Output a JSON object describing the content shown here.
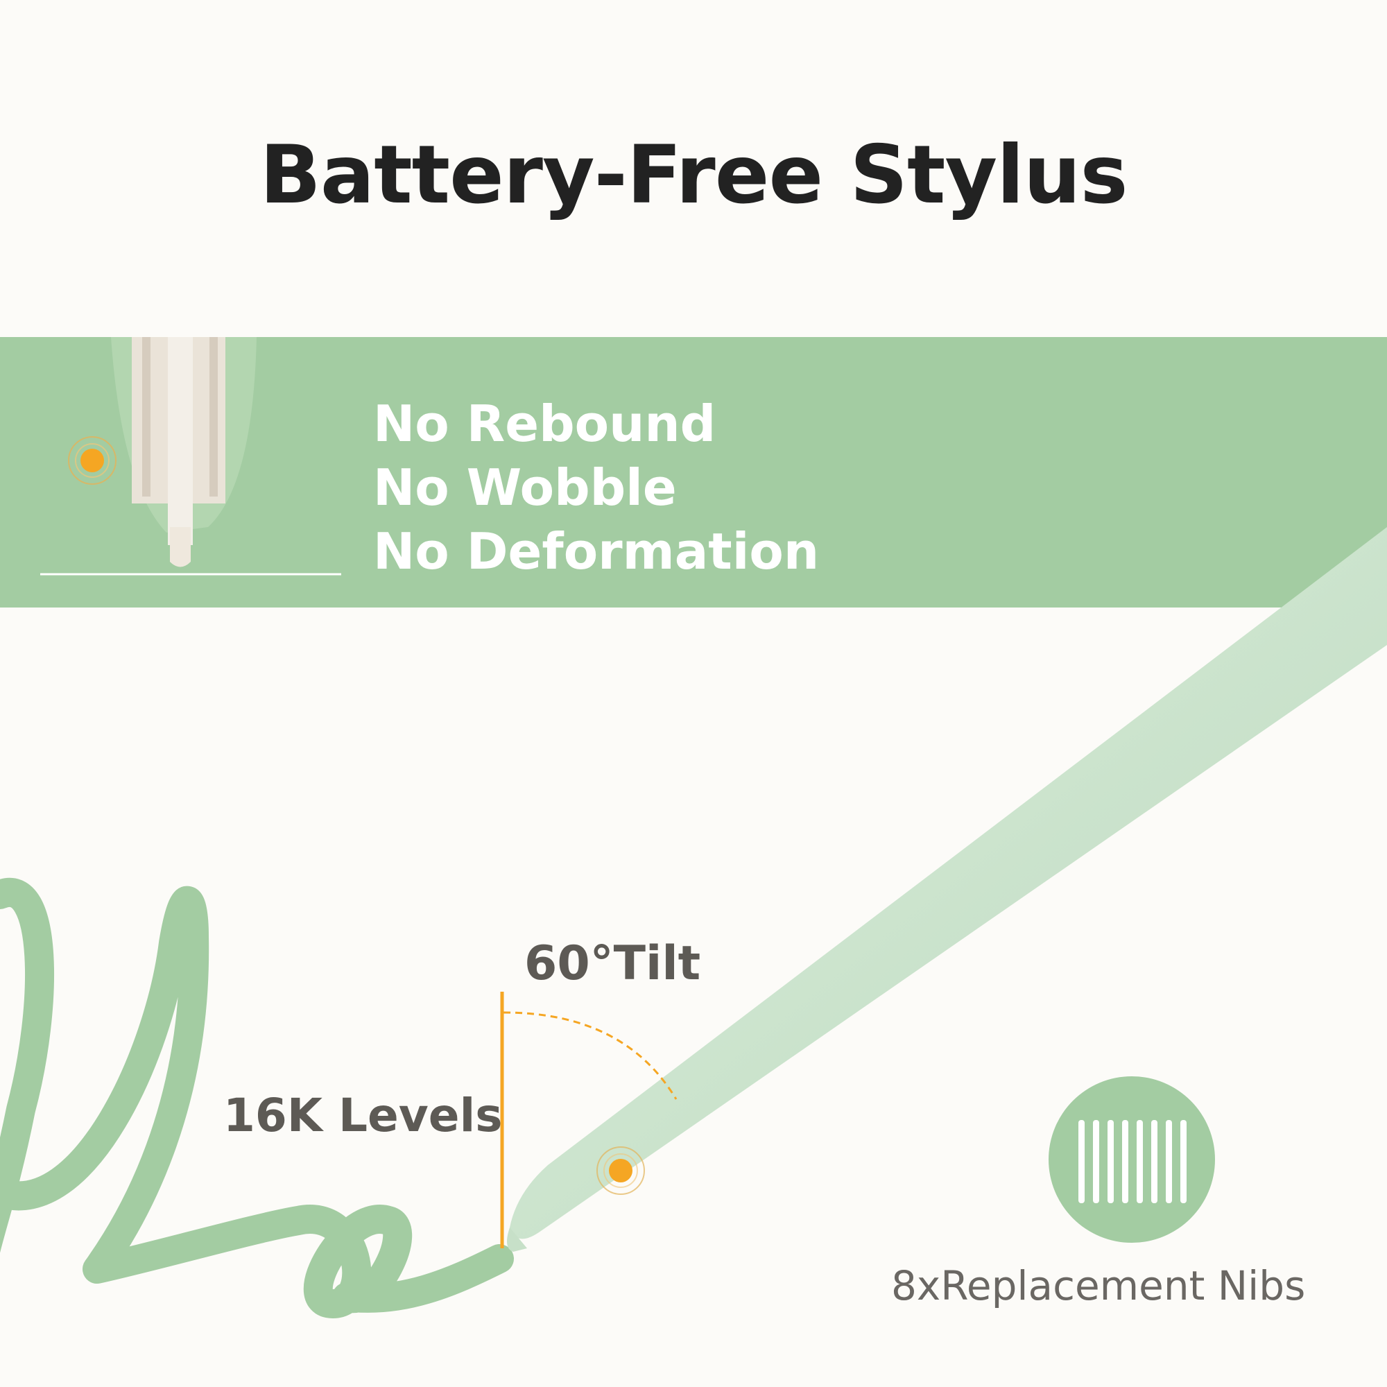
{
  "title": "Battery-Free Stylus",
  "features": [
    "No Rebound",
    "No Wobble",
    "No Deformation"
  ],
  "labels": {
    "tilt": "60°Tilt",
    "pressure": "16K Levels",
    "nibs": "8xReplacement Nibs"
  },
  "colors": {
    "accent_green": "#a3cca2",
    "stylus_body": "#cfe6cf",
    "highlight_orange": "#f5a623",
    "title_text": "#222222",
    "label_text": "#5d5a55"
  },
  "icons": [
    "focus-dot-icon",
    "nibs-icon"
  ]
}
